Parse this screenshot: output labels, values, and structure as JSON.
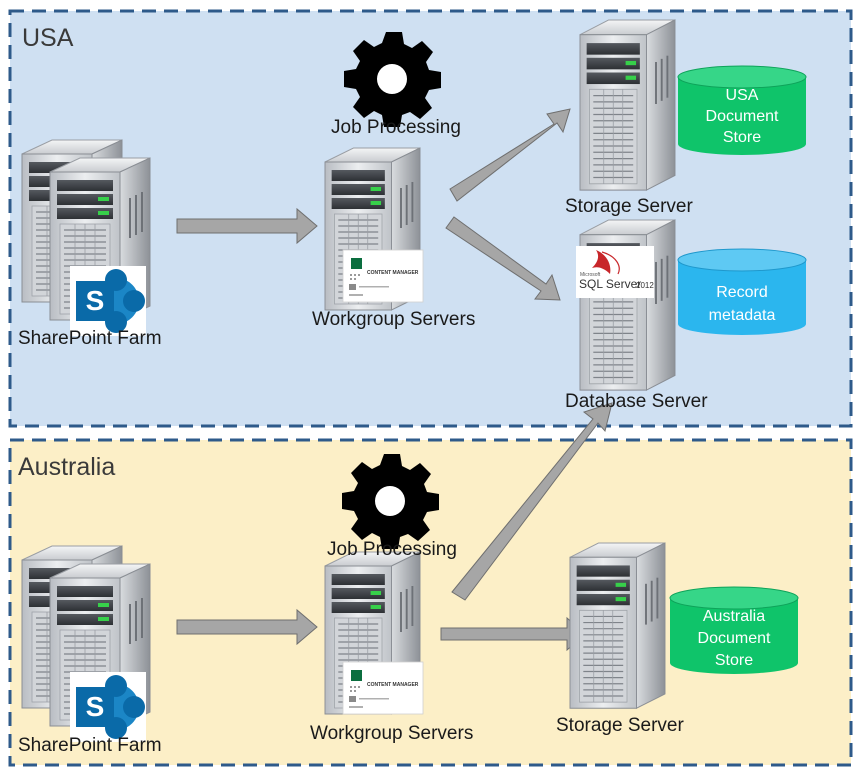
{
  "regions": {
    "usa": {
      "title": "USA",
      "farm_label": "SharePoint Farm",
      "job_label": "Job Processing",
      "workgroup_label": "Workgroup Servers",
      "storage_label": "Storage Server",
      "database_label": "Database Server",
      "doc_store_lines": [
        "USA",
        "Document",
        "Store"
      ],
      "metadata_lines": [
        "Record",
        "metadata"
      ]
    },
    "australia": {
      "title": "Australia",
      "farm_label": "SharePoint Farm",
      "job_label": "Job Processing",
      "workgroup_label": "Workgroup Servers",
      "storage_label": "Storage Server",
      "doc_store_lines": [
        "Australia",
        "Document",
        "Store"
      ]
    }
  },
  "badges": {
    "content_manager": "CONTENT MANAGER",
    "sql_brand": "Microsoft",
    "sql_product": "SQL Server",
    "sql_version": "2012",
    "sharepoint_letter": "S"
  },
  "colors": {
    "usa_bg": "#cfe0f2",
    "australia_bg": "#fcefc7",
    "border": "#2e5a8a",
    "doc_store": "#0fc46a",
    "metadata": "#2bb6ee",
    "arrow": "#a6a6a6",
    "sharepoint": "#0a6aa8"
  },
  "icons": [
    "server-tower-icon",
    "gear-icon",
    "sharepoint-icon",
    "content-manager-icon",
    "sql-server-icon",
    "cylinder-icon",
    "arrow-icon"
  ]
}
